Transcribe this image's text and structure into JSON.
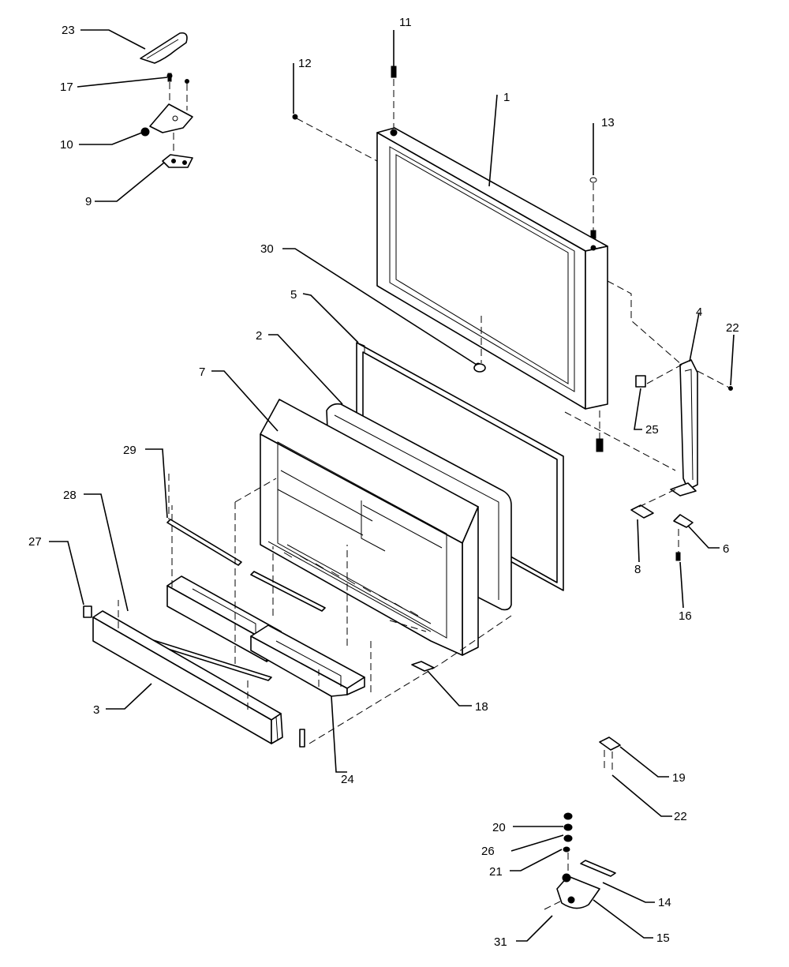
{
  "diagram": {
    "callouts": [
      {
        "id": "c1",
        "label": "1"
      },
      {
        "id": "c2",
        "label": "2"
      },
      {
        "id": "c3",
        "label": "3"
      },
      {
        "id": "c4",
        "label": "4"
      },
      {
        "id": "c5",
        "label": "5"
      },
      {
        "id": "c6",
        "label": "6"
      },
      {
        "id": "c7",
        "label": "7"
      },
      {
        "id": "c8",
        "label": "8"
      },
      {
        "id": "c9",
        "label": "9"
      },
      {
        "id": "c10",
        "label": "10"
      },
      {
        "id": "c11",
        "label": "11"
      },
      {
        "id": "c12",
        "label": "12"
      },
      {
        "id": "c13",
        "label": "13"
      },
      {
        "id": "c14",
        "label": "14"
      },
      {
        "id": "c15",
        "label": "15"
      },
      {
        "id": "c16",
        "label": "16"
      },
      {
        "id": "c17",
        "label": "17"
      },
      {
        "id": "c18",
        "label": "18"
      },
      {
        "id": "c19",
        "label": "19"
      },
      {
        "id": "c20",
        "label": "20"
      },
      {
        "id": "c21",
        "label": "21"
      },
      {
        "id": "c22a",
        "label": "22"
      },
      {
        "id": "c22b",
        "label": "22"
      },
      {
        "id": "c23",
        "label": "23"
      },
      {
        "id": "c24",
        "label": "24"
      },
      {
        "id": "c25",
        "label": "25"
      },
      {
        "id": "c26",
        "label": "26"
      },
      {
        "id": "c27",
        "label": "27"
      },
      {
        "id": "c28",
        "label": "28"
      },
      {
        "id": "c29",
        "label": "29"
      },
      {
        "id": "c30",
        "label": "30"
      },
      {
        "id": "c31",
        "label": "31"
      }
    ]
  }
}
